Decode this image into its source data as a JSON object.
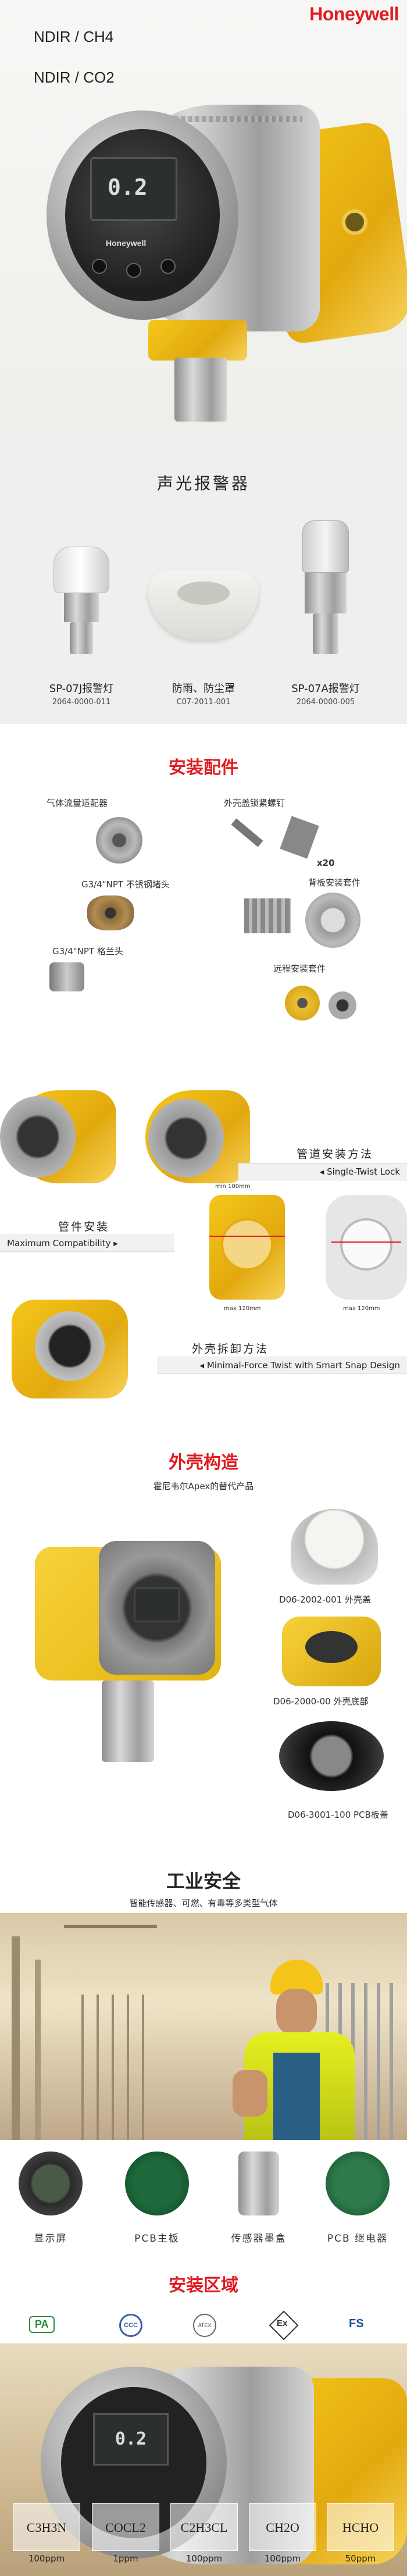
{
  "brand": "Honeywell",
  "hero": {
    "models": [
      "NDIR / CH4",
      "NDIR / CO2"
    ],
    "display_value": "0.2",
    "device_brand": "Honeywell"
  },
  "alarm": {
    "title": "声光报警器",
    "items": [
      {
        "label": "SP-07J报警灯",
        "code": "2064-0000-011"
      },
      {
        "label": "防雨、防尘罩",
        "code": "C07-2011-001"
      },
      {
        "label": "SP-07A报警灯",
        "code": "2064-0000-005"
      }
    ]
  },
  "accessories": {
    "title": "安装配件",
    "items": [
      "气体流量适配器",
      "外壳盖锁紧螺钉",
      "G3/4\"NPT 不锈钢堵头",
      "背板安装套件",
      "G3/4\"NPT 格兰头",
      "远程安装套件"
    ],
    "screw_count": "x20"
  },
  "install": {
    "pipe_title": "管道安装方法",
    "pipe_sub": "Single-Twist Lock",
    "wall_title": "管件安装",
    "wall_sub": "Maximum Compatibility",
    "dismount_title": "外壳拆卸方法",
    "dismount_sub": "Minimal-Force Twist with Smart Snap Design",
    "dim_max": "max 120mm",
    "dim_min": "min 100mm"
  },
  "housing": {
    "title": "外壳构造",
    "subtitle": "霍尼韦尔Apex的替代产品",
    "parts": [
      "D06-2002-001 外壳盖",
      "D06-2000-00 外壳底部",
      "D06-3001-100 PCB板盖"
    ]
  },
  "industrial": {
    "title": "工业安全",
    "subtitle": "智能传感器、可燃、有毒等多类型气体"
  },
  "components": [
    "显示屏",
    "PCB主板",
    "传感器墨盒",
    "PCB 继电器"
  ],
  "zone": {
    "title": "安装区域",
    "certs": [
      "PA",
      "CCC",
      "ATEX",
      "Ex",
      "FS"
    ],
    "gases": [
      {
        "formula": "C3H3N",
        "ppm": "100ppm"
      },
      {
        "formula": "COCL2",
        "ppm": "1ppm"
      },
      {
        "formula": "C2H3CL",
        "ppm": "100ppm"
      },
      {
        "formula": "CH2O",
        "ppm": "100ppm"
      },
      {
        "formula": "HCHO",
        "ppm": "50ppm"
      }
    ]
  },
  "colors": {
    "brand_red": "#e11b22",
    "gold": "#e8b214",
    "steel": "#a8a8a8"
  }
}
